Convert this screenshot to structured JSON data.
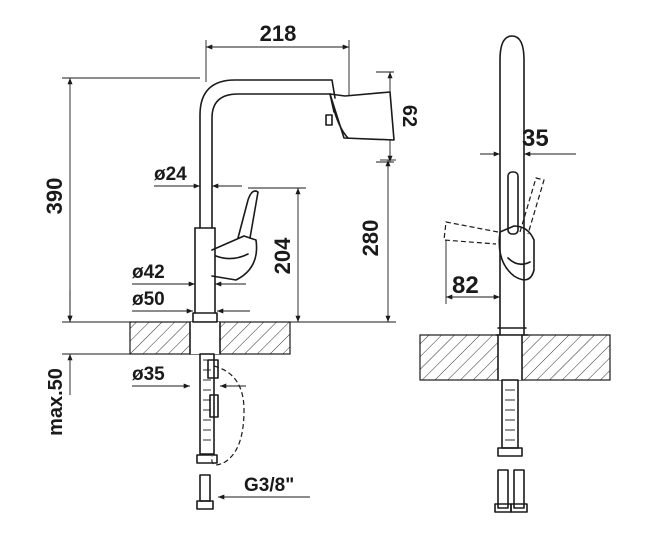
{
  "diagram": {
    "labels": {
      "width_218": "218",
      "height_390": "390",
      "spout_62": "62",
      "spout_height_280": "280",
      "body_dia_24": "ø24",
      "lever_height_204": "204",
      "base_dia_42": "ø42",
      "base_dia_50": "ø50",
      "hole_dia_35": "ø35",
      "max_thickness": "max.50",
      "thread": "G3/8\"",
      "side_dia_35": "35",
      "side_82": "82"
    },
    "colors": {
      "line": "#1a1a1a",
      "background": "#ffffff"
    }
  }
}
